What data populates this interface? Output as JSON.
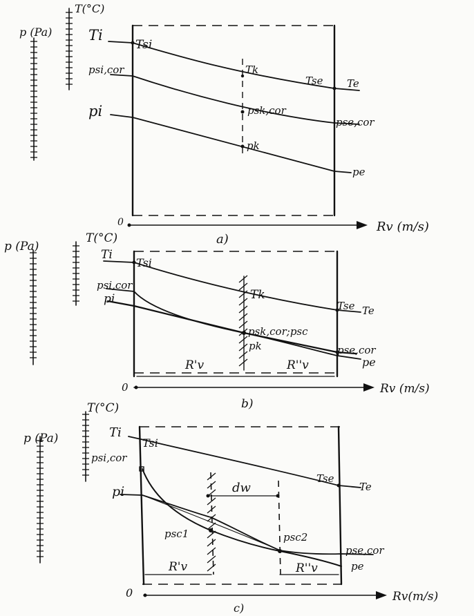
{
  "panels": {
    "a": {
      "caption": "a)",
      "p_scale": "p (Pa)",
      "t_scale": "T(°C)",
      "ti": "Ti",
      "tsi": "Tsi",
      "tk": "Tk",
      "tse": "Tse",
      "te": "Te",
      "psi_cor": "psi,cor",
      "pi": "pi",
      "psk_cor": "psk,cor",
      "pse_cor": "pse,cor",
      "pk": "pk",
      "pe": "pe",
      "origin": "0",
      "x_axis": "Rv  (m/s)"
    },
    "b": {
      "caption": "b)",
      "p_scale": "p (Pa)",
      "t_scale": "T(°C)",
      "ti": "Ti",
      "tsi": "Tsi",
      "tk": "Tk",
      "tse": "Tse",
      "te": "Te",
      "psi_cor": "psi,cor",
      "pi": "pi",
      "psk_psc": "psk,cor;psc",
      "pk": "pk",
      "pse_cor": "pse,cor",
      "pe": "pe",
      "r1": "R'v",
      "r2": "R''v",
      "origin": "0",
      "x_axis": "Rv (m/s)"
    },
    "c": {
      "caption": "c)",
      "p_scale": "p (Pa)",
      "t_scale": "T(°C)",
      "ti": "Ti",
      "tsi": "Tsi",
      "tse": "Tse",
      "te": "Te",
      "psi_cor": "psi,cor",
      "pi": "pi",
      "psc1": "psc1",
      "psc2": "psc2",
      "dw": "dw",
      "pse_cor": "pse,cor",
      "pe": "pe",
      "r1": "R'v",
      "r2": "R''v",
      "origin": "0",
      "x_axis": "Rv(m/s)"
    }
  }
}
